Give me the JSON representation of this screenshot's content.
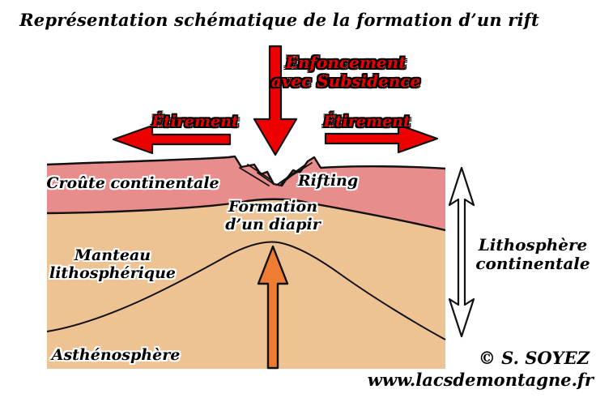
{
  "title": "Représentation schématique de la formation d’un rift",
  "forces": {
    "subsidence_line1": "Enfoncement",
    "subsidence_line2": "avec Subsidence",
    "stretch_left": "Étirement",
    "stretch_right": "Étirement"
  },
  "diagram": {
    "layers": {
      "crust": "Croûte continentale",
      "rifting": "Rifting",
      "diapir_line1": "Formation",
      "diapir_line2": "d’un diapir",
      "mantle_line1": "Manteau",
      "mantle_line2": "lithosphérique",
      "asthenosphere": "Asthénosphère",
      "lithosphere_line1": "Lithosphère",
      "lithosphere_line2": "continentale"
    },
    "colors": {
      "crust": "#e98c8c",
      "mantle": "#eec394",
      "diapir_arrow": "#ef7c33",
      "force_arrow": "#ee0000",
      "double_arrow": "#ffffff",
      "outline": "#111111"
    }
  },
  "credits": {
    "author": "© S. SOYEZ",
    "website": "www.lacsdemontagne.fr"
  }
}
